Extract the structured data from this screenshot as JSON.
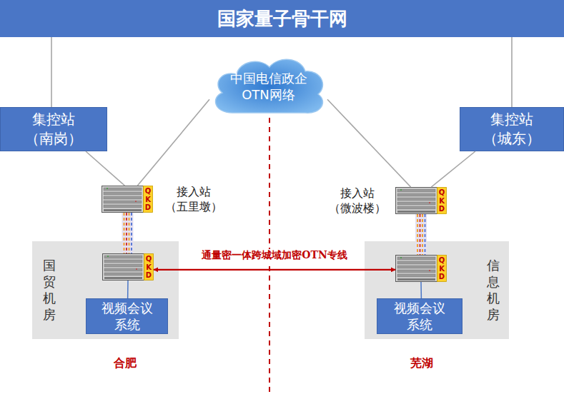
{
  "diagram": {
    "nodes": [
      {
        "text": [
          "国家量子骨干网"
        ]
      },
      {
        "text": [
          "中国电信政企 OTN网络"
        ]
      },
      {
        "text": [
          "集控站 （南岗）"
        ]
      },
      {
        "text": [
          "集控站 （城东）"
        ]
      },
      {
        "text": [
          "接入站 （五里墩）",
          "QKD"
        ]
      },
      {
        "text": [
          "接入站 （微波楼）",
          "QKD"
        ]
      },
      {
        "text": [
          "国贸机房"
        ]
      },
      {
        "text": [
          "QKD"
        ],
        "in": 6
      },
      {
        "text": [
          "视频会议 系统"
        ],
        "in": 6
      },
      {
        "text": [
          "信息机房"
        ]
      },
      {
        "text": [
          "QKD"
        ],
        "in": 9
      },
      {
        "text": [
          "视频会议 系统"
        ],
        "in": 9
      }
    ],
    "edges": [
      {
        "from": 0,
        "to": 2,
        "arrow": "none"
      },
      {
        "from": 0,
        "to": 3,
        "arrow": "none"
      },
      {
        "from": 2,
        "to": 4,
        "arrow": "none"
      },
      {
        "from": 1,
        "to": 4,
        "arrow": "none"
      },
      {
        "from": 1,
        "to": 5,
        "arrow": "none"
      },
      {
        "from": 3,
        "to": 5,
        "arrow": "none"
      },
      {
        "from": 4,
        "to": 7,
        "arrow": "none"
      },
      {
        "from": 5,
        "to": 10,
        "arrow": "none"
      },
      {
        "from": 7,
        "to": 10,
        "arrow": "both",
        "label": "通量密一体跨城域加密OTN专线"
      },
      {
        "from": 7,
        "to": 8,
        "arrow": "none"
      },
      {
        "from": 10,
        "to": 11,
        "arrow": "none"
      }
    ],
    "labels": [
      "合肥",
      "芜湖"
    ]
  }
}
